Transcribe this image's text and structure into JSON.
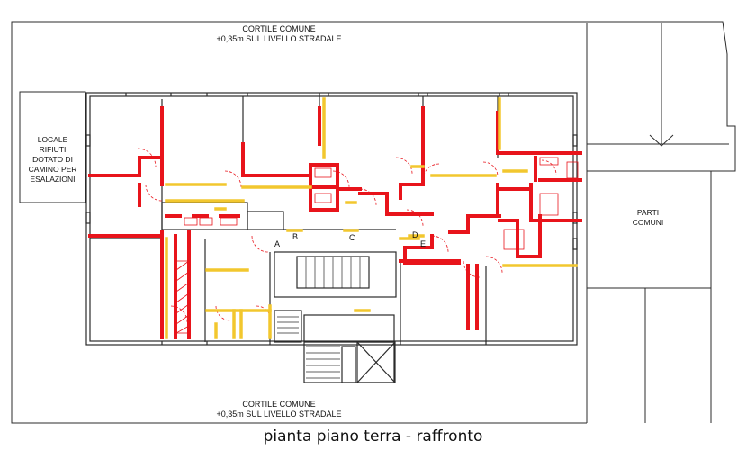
{
  "labels": {
    "top_courtyard_1": "CORTILE COMUNE",
    "top_courtyard_2": "+0,35m SUL LIVELLO STRADALE",
    "bottom_courtyard_1": "CORTILE COMUNE",
    "bottom_courtyard_2": "+0,35m SUL LIVELLO STRADALE",
    "waste_1": "LOCALE",
    "waste_2": "RIFIUTI",
    "waste_3": "DOTATO DI",
    "waste_4": "CAMINO PER",
    "waste_5": "ESALAZIONI",
    "common_1": "PARTI",
    "common_2": "COMUNI"
  },
  "markers": {
    "a": "A",
    "b": "B",
    "c": "C",
    "d": "D",
    "e": "E"
  },
  "caption": "pianta piano terra - raffronto",
  "colors": {
    "demolition": "#e8141b",
    "construction": "#f2c72e",
    "outline": "#2b2b2b"
  }
}
